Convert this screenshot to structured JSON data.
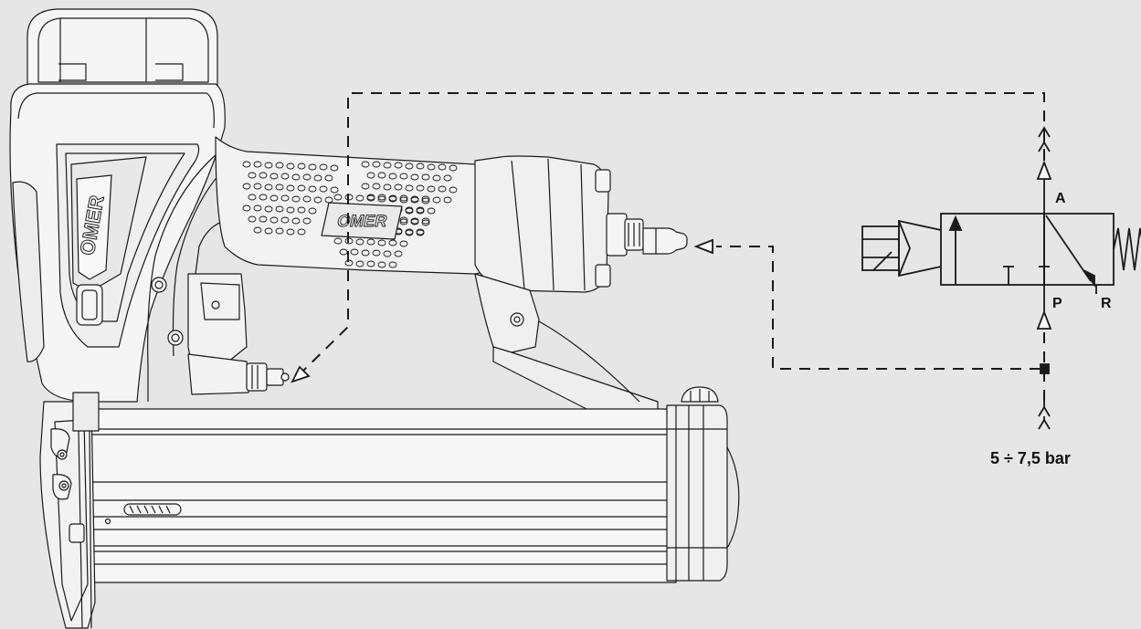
{
  "colors": {
    "background": "#e6e6e6",
    "line": "#1a1a1a",
    "tool_fill": "#f5f5f5"
  },
  "brand_logo_text": "OMER",
  "valve": {
    "port_a": "A",
    "port_p": "P",
    "port_r": "R"
  },
  "pressure_label": "5 ÷ 7,5 bar"
}
